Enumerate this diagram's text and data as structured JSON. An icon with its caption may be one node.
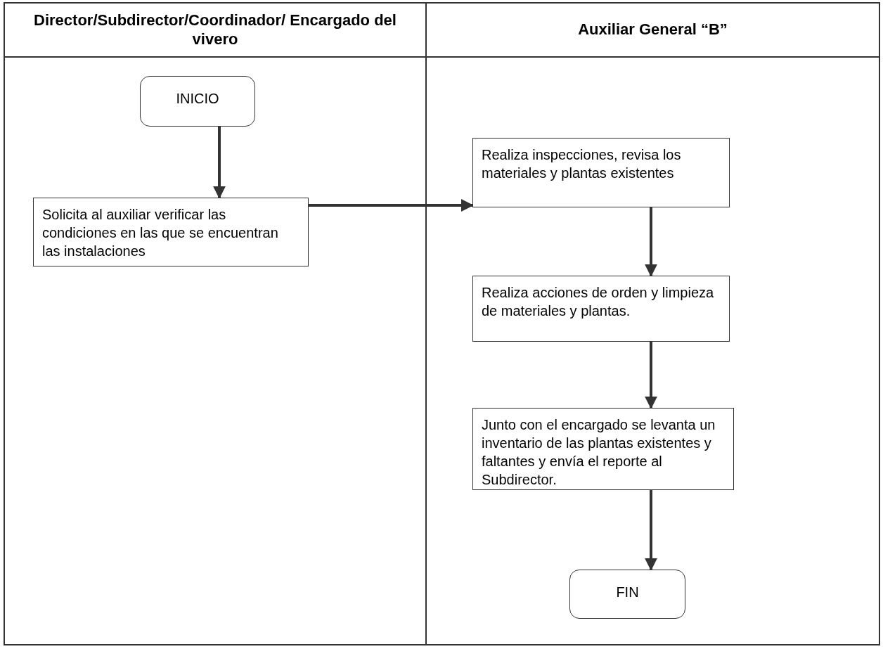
{
  "diagram": {
    "nodes": [
      {
        "text": [
          "Director/Subdirector/Coordinador/ Encargado del vivero"
        ]
      },
      {
        "text": [
          "Auxiliar General “B”"
        ]
      },
      {
        "text": [
          "INICIO"
        ],
        "in": 0
      },
      {
        "text": [
          "Solicita al auxiliar verificar las condiciones en las que se encuentran las instalaciones"
        ],
        "in": 0
      },
      {
        "text": [
          "Realiza inspecciones, revisa los materiales y plantas existentes"
        ],
        "in": 1
      },
      {
        "text": [
          "Realiza acciones de orden y limpieza de materiales y plantas."
        ],
        "in": 1
      },
      {
        "text": [
          "Junto con el encargado se levanta un inventario de las plantas existentes y faltantes y envía el reporte al Subdirector."
        ],
        "in": 1
      },
      {
        "text": [
          "FIN"
        ],
        "in": 1
      }
    ],
    "edges": [
      {
        "from": 2,
        "to": 3,
        "arrow": "to"
      },
      {
        "from": 3,
        "to": 4,
        "arrow": "to"
      },
      {
        "from": 4,
        "to": 5,
        "arrow": "to"
      },
      {
        "from": 5,
        "to": 6,
        "arrow": "to"
      },
      {
        "from": 6,
        "to": 7,
        "arrow": "to"
      }
    ]
  }
}
